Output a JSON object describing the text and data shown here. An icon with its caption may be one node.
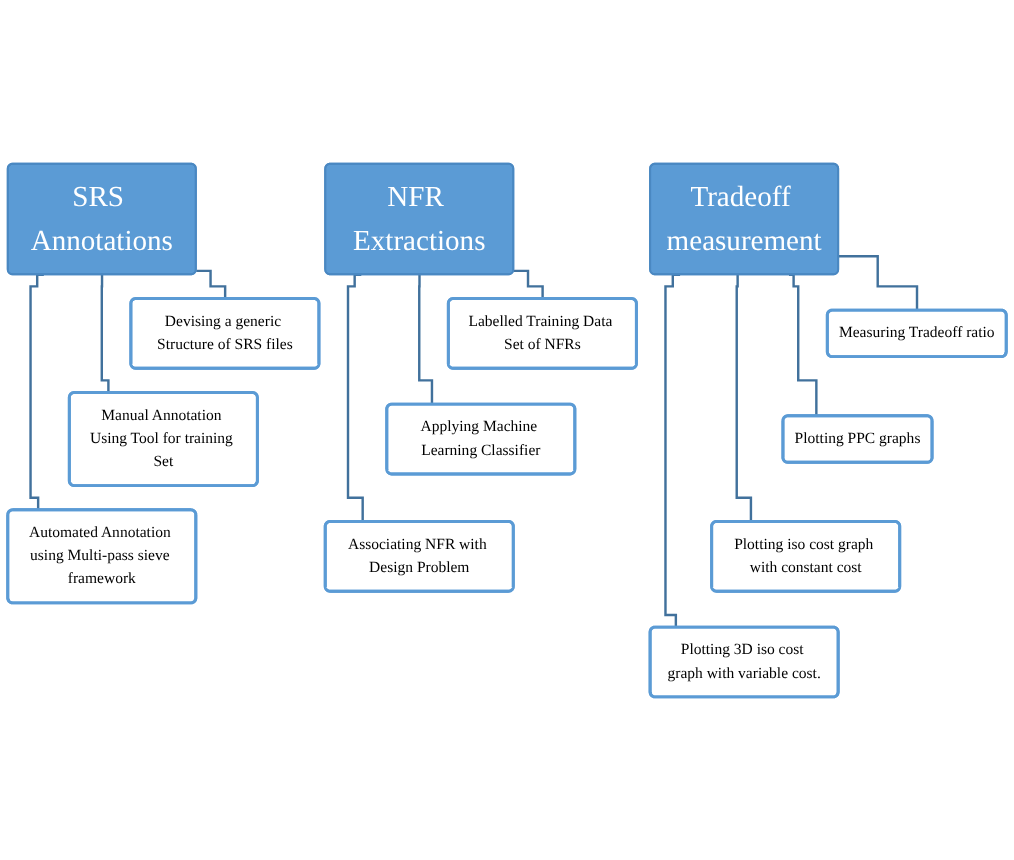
{
  "diagram": {
    "nodes": [
      {
        "text": [
          "SRS Annotations"
        ]
      },
      {
        "text": [
          "Devising a generic Structure of SRS files"
        ]
      },
      {
        "text": [
          "Manual Annotation Using Tool for training Set"
        ]
      },
      {
        "text": [
          "Automated Annotation using Multi-pass sieve framework"
        ]
      },
      {
        "text": [
          "NFR Extractions"
        ]
      },
      {
        "text": [
          "Labelled Training Data Set of NFRs"
        ]
      },
      {
        "text": [
          "Applying Machine Learning Classifier"
        ]
      },
      {
        "text": [
          "Associating NFR with Design Problem"
        ]
      },
      {
        "text": [
          "Tradeoff measurement"
        ]
      },
      {
        "text": [
          "Measuring Tradeoff ratio"
        ]
      },
      {
        "text": [
          "Plotting PPC graphs"
        ]
      },
      {
        "text": [
          "Plotting iso cost graph with constant cost"
        ]
      },
      {
        "text": [
          "Plotting 3D iso cost graph with variable cost."
        ]
      }
    ],
    "edges": [
      {
        "from": 0,
        "to": 1,
        "arrow": "none"
      },
      {
        "from": 0,
        "to": 2,
        "arrow": "none"
      },
      {
        "from": 0,
        "to": 3,
        "arrow": "none"
      },
      {
        "from": 4,
        "to": 5,
        "arrow": "none"
      },
      {
        "from": 4,
        "to": 6,
        "arrow": "none"
      },
      {
        "from": 4,
        "to": 7,
        "arrow": "none"
      },
      {
        "from": 8,
        "to": 9,
        "arrow": "none"
      },
      {
        "from": 8,
        "to": 10,
        "arrow": "none"
      },
      {
        "from": 8,
        "to": 11,
        "arrow": "none"
      },
      {
        "from": 8,
        "to": 12,
        "arrow": "none"
      }
    ]
  }
}
